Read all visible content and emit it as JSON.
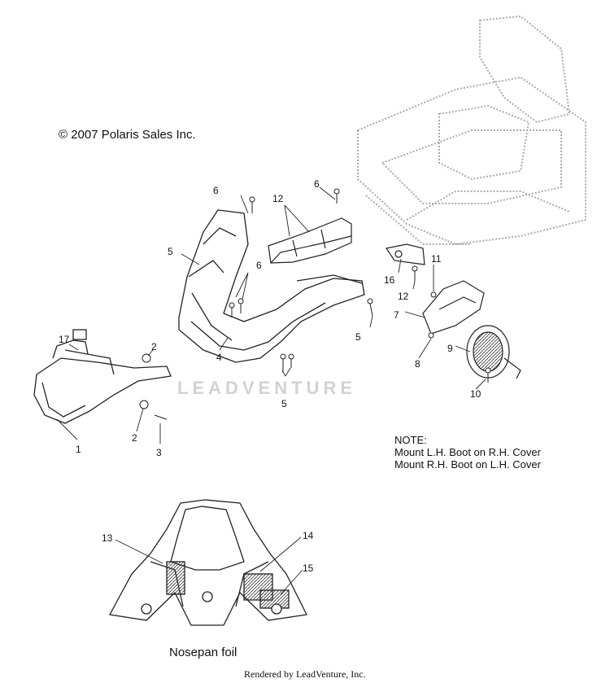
{
  "copyright": "© 2007 Polaris Sales Inc.",
  "watermark": "LEADVENTURE",
  "note": {
    "heading": "NOTE:",
    "line1": "Mount L.H. Boot on R.H. Cover",
    "line2": "Mount R.H. Boot on L.H. Cover"
  },
  "inset_caption": "Nosepan foil",
  "footer": "Rendered by LeadVenture, Inc.",
  "callouts": {
    "c1": "1",
    "c2a": "2",
    "c2b": "2",
    "c3": "3",
    "c4": "4",
    "c5a": "5",
    "c5b": "5",
    "c5c": "5",
    "c6a": "6",
    "c6b": "6",
    "c6c": "6",
    "c7": "7",
    "c8": "8",
    "c9": "9",
    "c10": "10",
    "c11": "11",
    "c12a": "12",
    "c12b": "12",
    "c13": "13",
    "c14": "14",
    "c15": "15",
    "c16": "16",
    "c17": "17"
  }
}
